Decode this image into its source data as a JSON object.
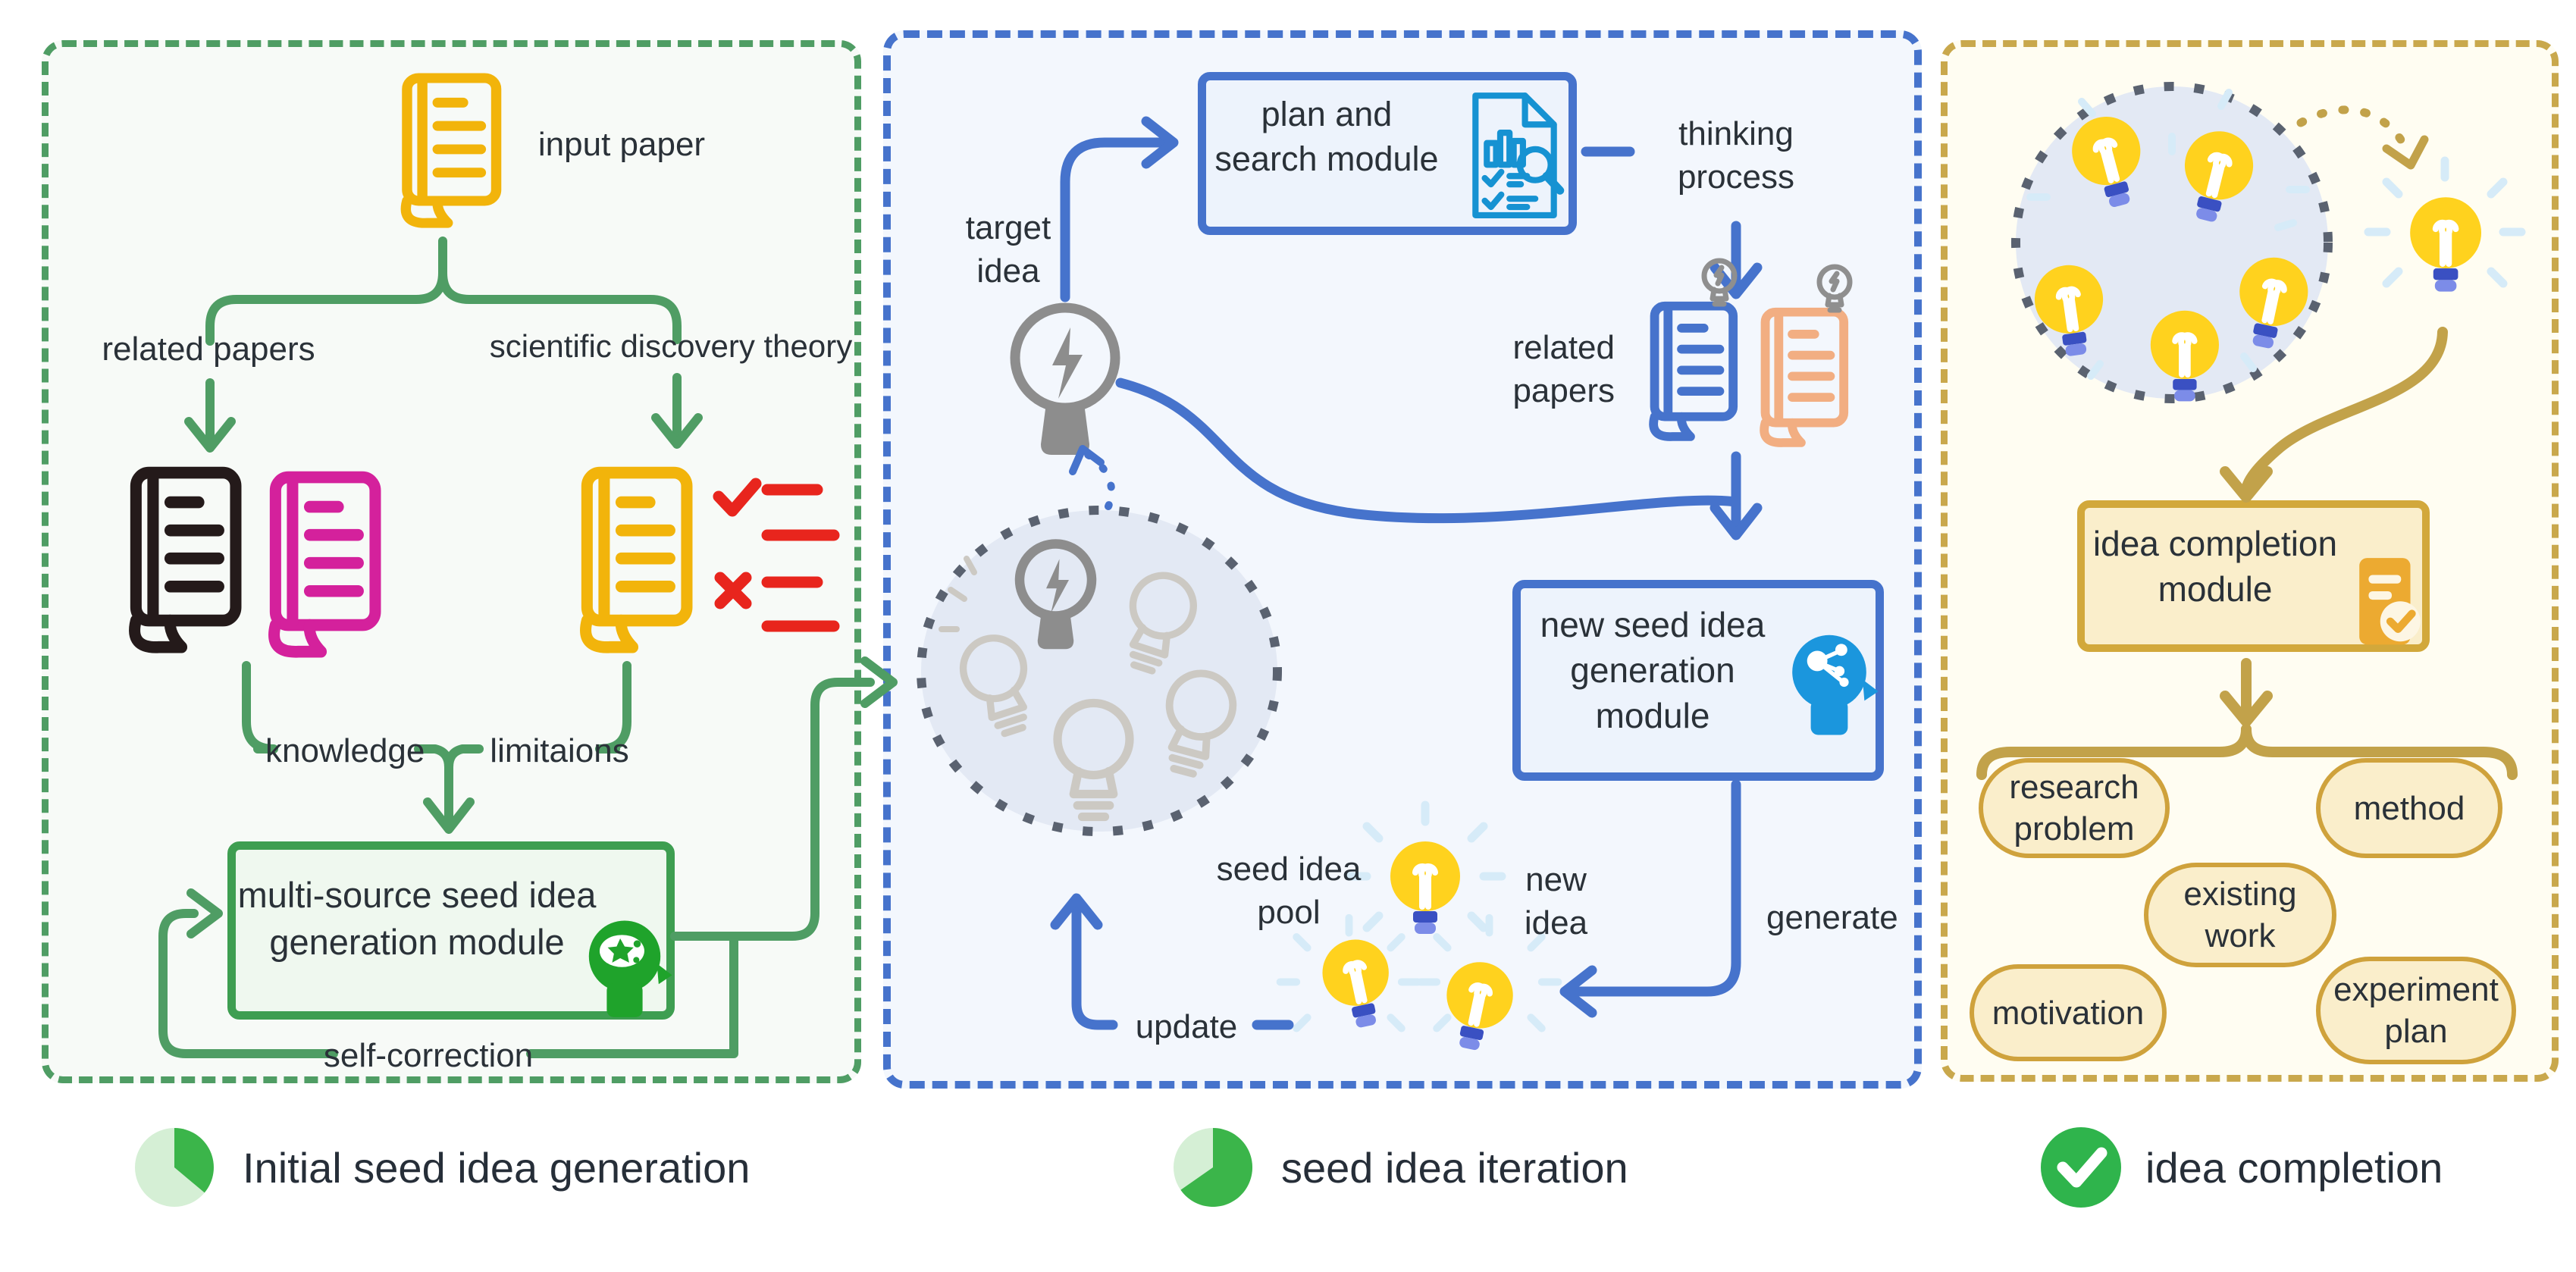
{
  "legend": {
    "items": [
      {
        "label": "Initial seed idea generation"
      },
      {
        "label": "seed idea iteration"
      },
      {
        "label": "idea completion"
      }
    ]
  },
  "left_panel": {
    "input_paper_label": "input paper",
    "related_papers_label": "related papers",
    "scientific_discovery_theory_label": "scientific discovery theory",
    "knowledge_label": "knowledge",
    "limitations_label": "limitaions",
    "module_label": "multi-source seed idea generation module",
    "self_correction_label": "self-correction"
  },
  "middle_panel": {
    "plan_search_module_label": "plan and search module",
    "thinking_process_label": "thinking process",
    "target_idea_label": "target idea",
    "related_papers_label": "related papers",
    "new_seed_module_label": "new seed idea generation module",
    "generate_label": "generate",
    "new_idea_label": "new idea",
    "update_label": "update",
    "seed_idea_pool_label": "seed idea pool"
  },
  "right_panel": {
    "idea_completion_module_label": "idea completion module",
    "outputs": [
      {
        "label": "research problem"
      },
      {
        "label": "method"
      },
      {
        "label": "existing work"
      },
      {
        "label": "motivation"
      },
      {
        "label": "experiment plan"
      }
    ]
  },
  "colors": {
    "green": "#4F9D64",
    "blue": "#4673CC",
    "gold": "#C2A24A",
    "bulb_yellow": "#FFD21E",
    "pool_fill": "#E3E9F4",
    "legend_green": "#3BB54A",
    "legend_light_green": "#D5EFD5"
  }
}
